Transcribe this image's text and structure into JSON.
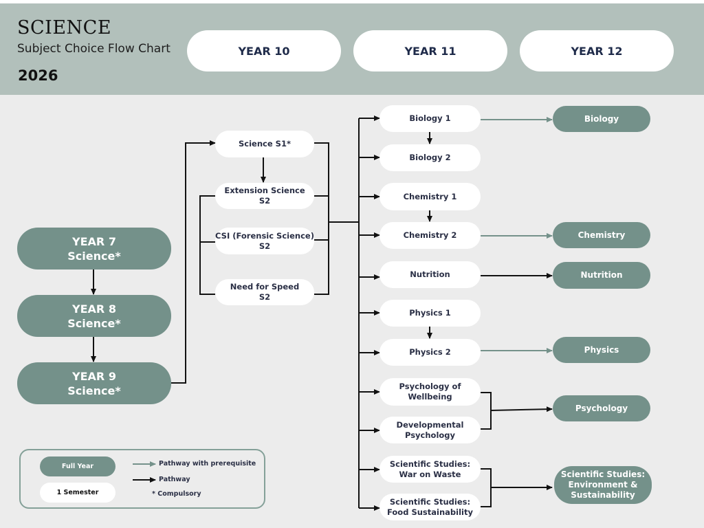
{
  "header": {
    "title": "SCIENCE",
    "subtitle": "Subject Choice Flow Chart",
    "year": "2026",
    "columns": [
      "YEAR 10",
      "YEAR 11",
      "YEAR 12"
    ]
  },
  "junior": {
    "y7": [
      "YEAR 7",
      "Science*"
    ],
    "y8": [
      "YEAR 8",
      "Science*"
    ],
    "y9": [
      "YEAR 9",
      "Science*"
    ]
  },
  "year10": {
    "s1": "Science S1*",
    "ext": [
      "Extension Science",
      "S2"
    ],
    "csi": [
      "CSI (Forensic Science)",
      "S2"
    ],
    "speed": [
      "Need for Speed",
      "S2"
    ]
  },
  "year11": {
    "bio1": "Biology 1",
    "bio2": "Biology 2",
    "chem1": "Chemistry 1",
    "chem2": "Chemistry 2",
    "nutrition": "Nutrition",
    "phys1": "Physics 1",
    "phys2": "Physics 2",
    "psychWell": [
      "Psychology of",
      "Wellbeing"
    ],
    "psychDev": [
      "Developmental",
      "Psychology"
    ],
    "sciWaste": [
      "Scientific Studies:",
      "War on Waste"
    ],
    "sciFood": [
      "Scientific Studies:",
      "Food Sustainability"
    ]
  },
  "year12": {
    "biology": "Biology",
    "chemistry": "Chemistry",
    "nutrition": "Nutrition",
    "physics": "Physics",
    "psychology": "Psychology",
    "sciEnv": [
      "Scientific Studies:",
      "Environment &",
      "Sustainability"
    ]
  },
  "legend": {
    "fullYear": "Full Year",
    "semester": "1 Semester",
    "prereq": "Pathway with prerequisite",
    "pathway": "Pathway",
    "compulsory": "* Compulsory"
  },
  "colors": {
    "header": "#b2c0bb",
    "background": "#ececec",
    "fullYearNode": "#74918a",
    "semesterNode": "#ffffff",
    "pathway": "#111111",
    "prerequisitePathway": "#74918a"
  }
}
